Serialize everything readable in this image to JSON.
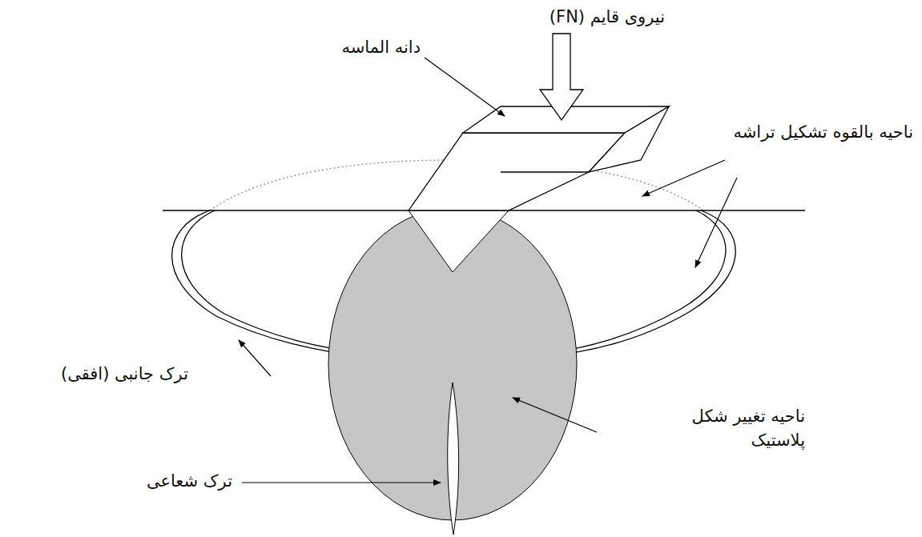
{
  "diagram": {
    "labels": [
      "نیروی قایم (FN)",
      "دانه الماسه",
      "ناحیه بالقوه تشکیل تراشه",
      "ترک جانبی (افقی)",
      "ناحیه تغییر شکل پلاستیک",
      "ترک شعاعی"
    ]
  }
}
